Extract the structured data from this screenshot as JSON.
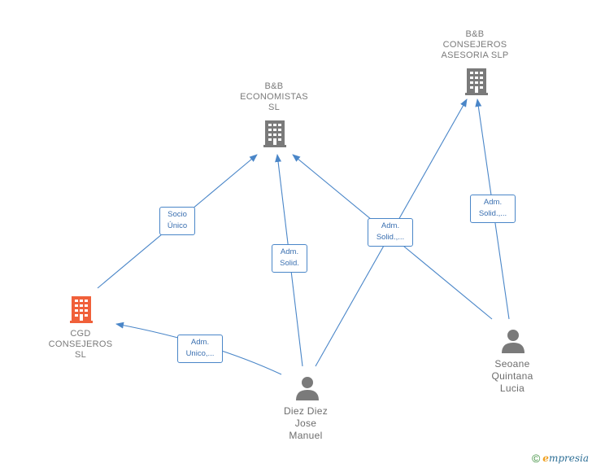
{
  "nodes": {
    "bb_economistas": {
      "label": "B&B\nECONOMISTAS\nSL",
      "kind": "company"
    },
    "bb_consejeros": {
      "label": "B&B\nCONSEJEROS\nASESORIA  SLP",
      "kind": "company"
    },
    "cgd_consejeros": {
      "label": "CGD\nCONSEJEROS\nSL",
      "kind": "main"
    },
    "diez_diez": {
      "label": "Diez Diez\nJose\nManuel",
      "kind": "person"
    },
    "seoane": {
      "label": "Seoane\nQuintana\nLucia",
      "kind": "person"
    }
  },
  "edges": {
    "socio_unico": {
      "label": "Socio\nÚnico"
    },
    "adm_solid_diez": {
      "label": "Adm.\nSolid."
    },
    "adm_unico": {
      "label": "Adm.\nUnico,..."
    },
    "adm_solid_multi": {
      "label": "Adm.\nSolid.,..."
    },
    "adm_solid_seoane": {
      "label": "Adm.\nSolid.,..."
    }
  },
  "colors": {
    "edge": "#4a86c8",
    "company_icon": "#7a7a7a",
    "main_icon": "#f0603a",
    "person_icon": "#7a7a7a"
  },
  "footer": {
    "copyright_symbol": "©",
    "brand_initial": "e",
    "brand_rest": "mpresia"
  }
}
